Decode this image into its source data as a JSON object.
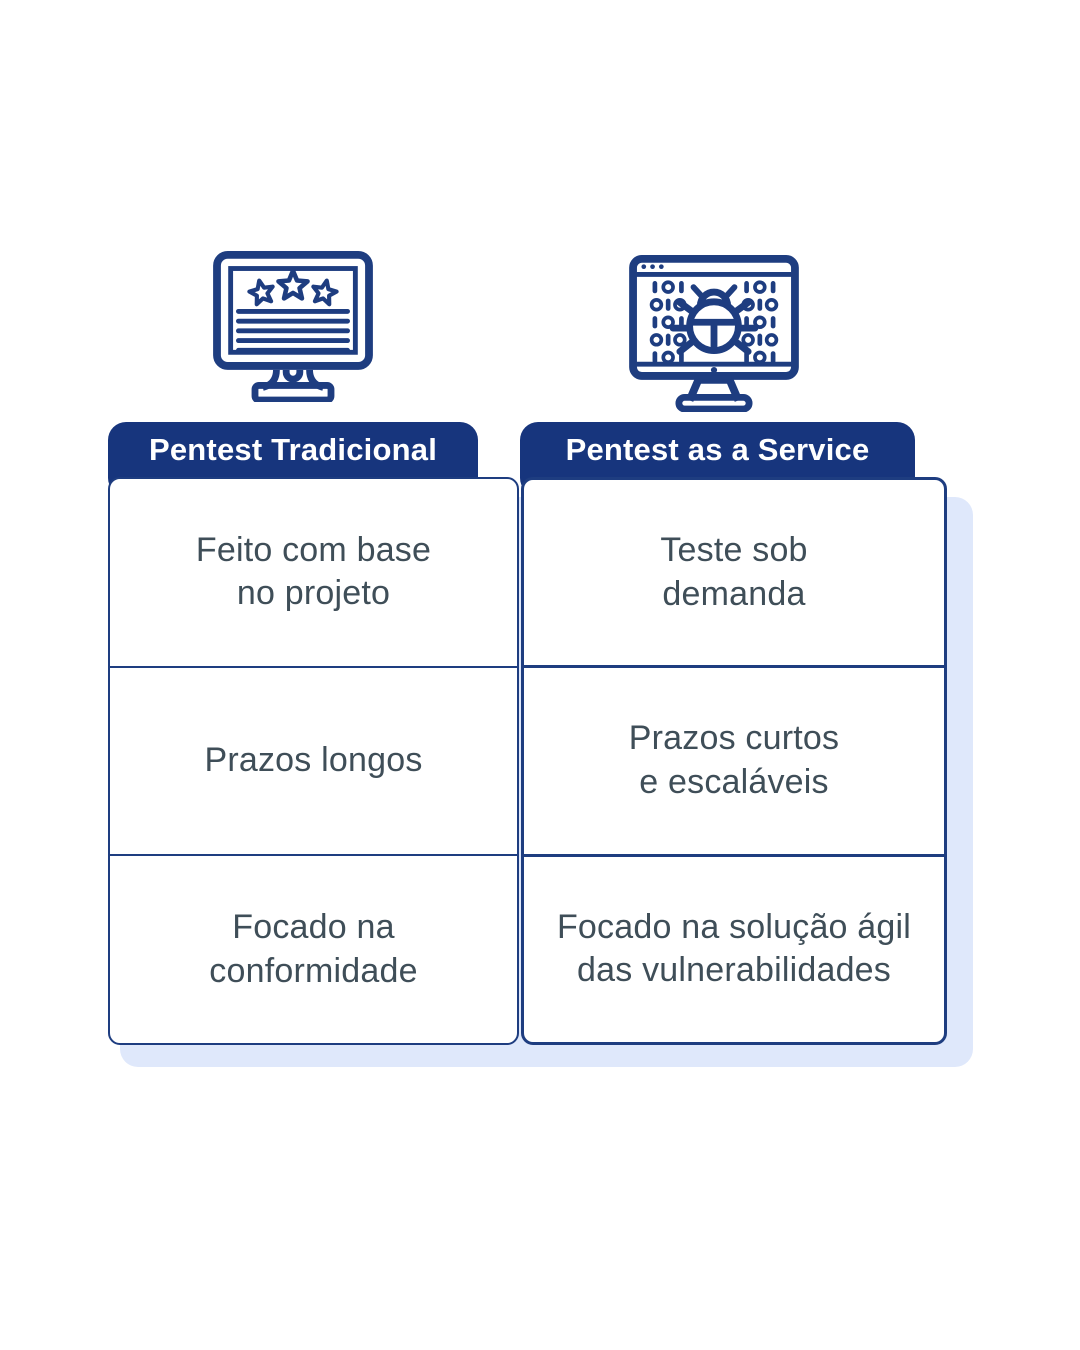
{
  "title": "Pentest comparison infographic",
  "colors": {
    "navy_badge": "#17357d",
    "navy_line": "#1e3d80",
    "cell_text": "#3f4e58",
    "shadow": "#dfe8fb",
    "background": "#ffffff",
    "header_text": "#ffffff"
  },
  "columns": [
    {
      "icon": "monitor-with-rating-stars",
      "header": "Pentest Tradicional",
      "cells": [
        {
          "lines": [
            "Feito com base",
            "no projeto"
          ]
        },
        {
          "lines": [
            "Prazos longos"
          ]
        },
        {
          "lines": [
            "Focado na",
            "conformidade"
          ]
        }
      ]
    },
    {
      "icon": "monitor-with-bug-and-binary-code",
      "header": "Pentest as a Service",
      "cells": [
        {
          "lines": [
            "Teste sob",
            "demanda"
          ]
        },
        {
          "lines": [
            "Prazos curtos",
            "e escaláveis"
          ]
        },
        {
          "lines": [
            "Focado na solução ágil",
            "das vulnerabilidades"
          ]
        }
      ]
    }
  ]
}
